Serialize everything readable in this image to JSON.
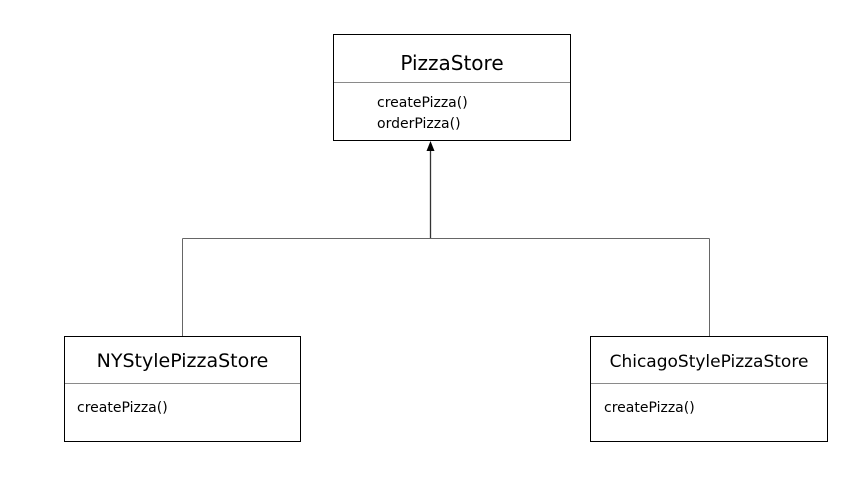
{
  "classes": [
    {
      "name": "PizzaStore",
      "methods": [
        "createPizza()",
        "orderPizza()"
      ]
    },
    {
      "name": "NYStylePizzaStore",
      "methods": [
        "createPizza()"
      ]
    },
    {
      "name": "ChicagoStylePizzaStore",
      "methods": [
        "createPizza()"
      ]
    }
  ],
  "relationship": {
    "type": "inheritance",
    "parent": "PizzaStore",
    "children": [
      "NYStylePizzaStore",
      "ChicagoStylePizzaStore"
    ]
  },
  "colors": {
    "line": "#555555",
    "border": "#000000",
    "divider": "#8a8a8a",
    "background": "#ffffff"
  }
}
